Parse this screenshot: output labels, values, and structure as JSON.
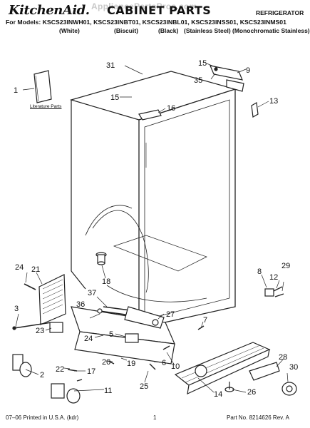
{
  "header": {
    "brand": "KitchenAid.",
    "section_title": "CABINET PARTS",
    "category": "REFRIGERATOR",
    "watermark": "AppliancePartsPros.com",
    "models_line": "For Models: KSCS23INWH01, KSCS23INBT01, KSCS23INBL01, KSCS23INSS01, KSCS23INMS01",
    "color_labels": [
      "(White)",
      "(Biscuit)",
      "(Black)",
      "(Stainless Steel)",
      "(Monochromatic Stainless)"
    ]
  },
  "diagram": {
    "literature_label": "Literature Parts",
    "callouts": [
      "1",
      "2",
      "3",
      "5",
      "6",
      "7",
      "8",
      "9",
      "10",
      "11",
      "12",
      "13",
      "14",
      "15",
      "15",
      "16",
      "17",
      "18",
      "19",
      "20",
      "21",
      "22",
      "23",
      "24",
      "24",
      "25",
      "26",
      "27",
      "28",
      "29",
      "30",
      "31",
      "35",
      "36",
      "37"
    ]
  },
  "footer": {
    "left": "07–06 Printed in U.S.A. (kdr)",
    "center": "1",
    "right": "Part No. 8214626 Rev. A"
  }
}
